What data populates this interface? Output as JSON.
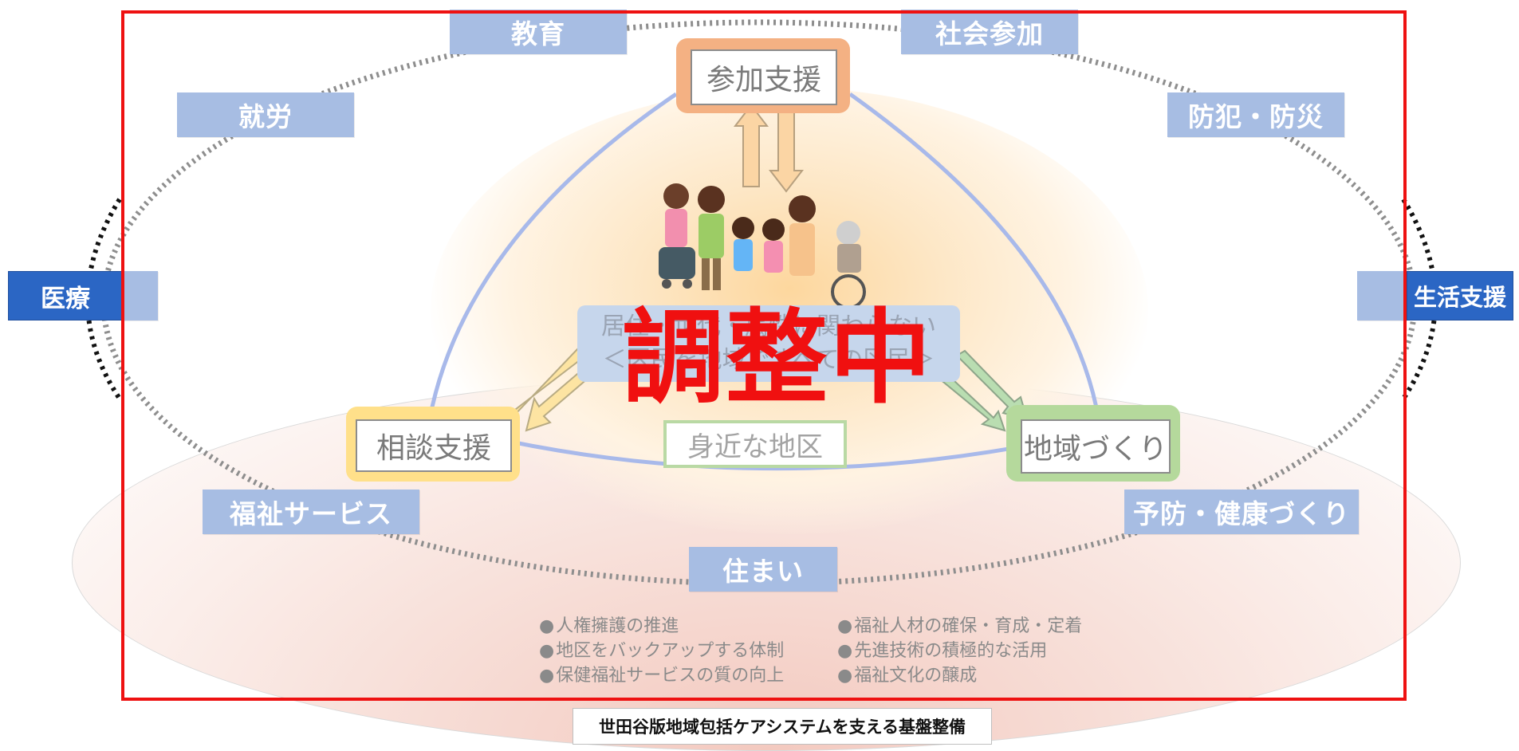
{
  "categories": {
    "education": "教育",
    "social_participation": "社会参加",
    "employment": "就労",
    "crime_disaster_prevention": "防犯・防災",
    "medical": "医療",
    "life_support": "生活支援",
    "welfare_services": "福祉サービス",
    "prevention_health": "予防・健康づくり",
    "housing": "住まい"
  },
  "supports": {
    "participation": "参加支援",
    "consultation": "相談支援",
    "community": "地域づくり"
  },
  "center": {
    "line1": "居住・世代・属性に関わらない",
    "line2": "＜区民を地域ですべての区民＞"
  },
  "district_label": "身近な地区",
  "bullets_left": [
    "人権擁護の推進",
    "地区をバックアップする体制",
    "保健福祉サービスの質の向上"
  ],
  "bullets_right": [
    "福祉人材の確保・育成・定着",
    "先進技術の積極的な活用",
    "福祉文化の醸成"
  ],
  "stamp_text": "調整中",
  "footer": "世田谷版地域包括ケアシステムを支える基盤整備",
  "colors": {
    "category_fill": "#a7bde3",
    "category_strong": "#2b66c4",
    "stamp_red": "#f01010",
    "participation_accent": "#f4b183",
    "consultation_accent": "#ffe08a",
    "community_accent": "#b5d99c"
  }
}
